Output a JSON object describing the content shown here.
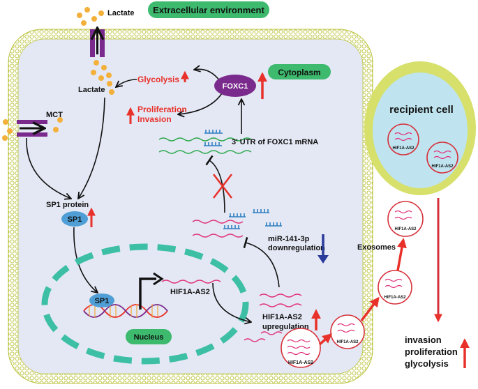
{
  "labels": {
    "extracellular": "Extracellular environment",
    "lactate_top": "Lactate",
    "lactate_inner": "Lactate",
    "cytoplasm": "Cytoplasm",
    "glycolysis": "Glycolysis",
    "foxc1": "FOXC1",
    "proliferation": "Proliferation",
    "invasion": "Invasion",
    "mct": "MCT",
    "utr": "3' UTR of FOXC1 mRNA",
    "sp1_protein": "SP1 protein",
    "sp1": "SP1",
    "sp1_dna": "SP1",
    "mir": "miR-141-3p",
    "mir_down": "downregulation",
    "hif_gene": "HIF1A-AS2",
    "hif_up_1": "HIF1A-AS2",
    "hif_up_2": "upregulation",
    "nucleus": "Nucleus",
    "exosomes": "Exosomes",
    "recipient": "recipient cell",
    "exo_hif": "HIF1A-AS2",
    "out_invasion": "invasion",
    "out_proliferation": "proliferation",
    "out_glycolysis": "glycolysis"
  },
  "colors": {
    "red": "#e8312a",
    "blue_arrow": "#2a3a9a",
    "green_pill": "#3dba6e",
    "mirna": "#2f7fc1",
    "mrna": "#2aa84a",
    "pink": "#e0307a",
    "purple": "#7a2a8c",
    "cell_fill": "#e4e8f4",
    "membrane": "#d6e06a",
    "recipient_fill": "#bfe4ef",
    "nucleus_dash": "#3dbfa6"
  }
}
